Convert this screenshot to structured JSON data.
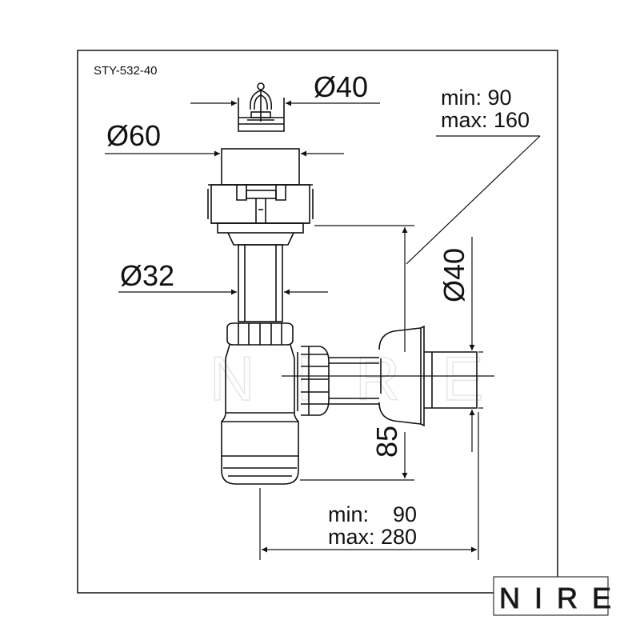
{
  "drawing": {
    "model_code": "STY-532-40",
    "dimensions": {
      "strainer_diameter": "Ø40",
      "flange_diameter": "Ø60",
      "tailpiece_diameter": "Ø32",
      "outlet_diameter": "Ø40",
      "outlet_height": "85",
      "wall_adjust": {
        "min": "min: 90",
        "max": "max: 160"
      },
      "horizontal_reach": {
        "min": "min:    90",
        "max": "max: 280"
      }
    },
    "brand": "NIRE",
    "colors": {
      "line": "#111111",
      "watermark": "#d4d4d4",
      "logo_border": "#333333"
    }
  }
}
